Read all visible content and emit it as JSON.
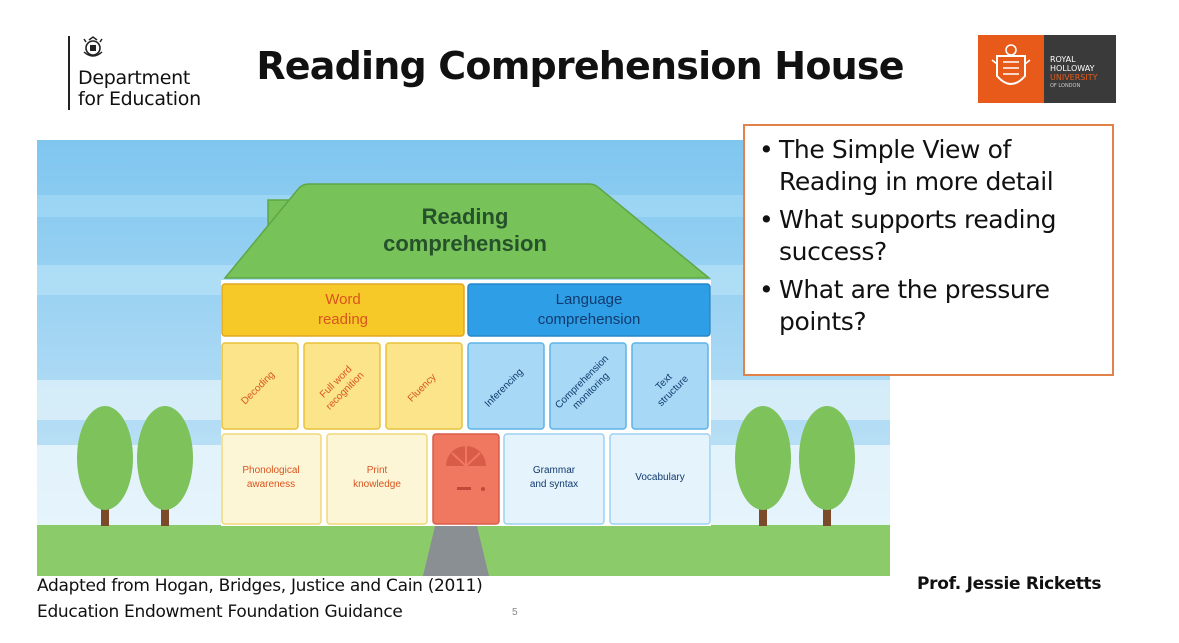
{
  "header": {
    "logo_left_line1": "Department",
    "logo_left_line2": "for Education",
    "title": "Reading Comprehension House",
    "logo_right_line1": "ROYAL",
    "logo_right_line2": "HOLLOWAY",
    "logo_right_line3": "UNIVERSITY",
    "logo_right_line4": "OF LONDON"
  },
  "house": {
    "roof_line1": "Reading",
    "roof_line2": "comprehension",
    "word_reading_line1": "Word",
    "word_reading_line2": "reading",
    "language_line1": "Language",
    "language_line2": "comprehension",
    "word_cells": [
      {
        "line1": "Decoding",
        "line2": ""
      },
      {
        "line1": "Full word",
        "line2": "recognition"
      },
      {
        "line1": "Fluency",
        "line2": ""
      }
    ],
    "language_cells": [
      {
        "line1": "Inferencing",
        "line2": ""
      },
      {
        "line1": "Comprehension",
        "line2": "monitoring"
      },
      {
        "line1": "Text",
        "line2": "structure"
      }
    ],
    "foundation_left": [
      {
        "line1": "Phonological",
        "line2": "awareness"
      },
      {
        "line1": "Print",
        "line2": "knowledge"
      }
    ],
    "foundation_right": [
      {
        "line1": "Grammar",
        "line2": "and syntax"
      },
      {
        "line1": "Vocabulary",
        "line2": ""
      }
    ]
  },
  "bullets": [
    "The Simple View of Reading in more detail",
    "What supports reading success?",
    "What are the pressure points?"
  ],
  "footer": {
    "citation_line1": "Adapted from Hogan, Bridges, Justice and Cain (2011)",
    "citation_line2": "Education Endowment Foundation Guidance",
    "slide_number": "5",
    "author": "Prof. Jessie Ricketts"
  },
  "colors": {
    "roof": "#78c25a",
    "word_reading": "#f7c928",
    "language": "#2e9fe6",
    "door": "#f07860",
    "accent_border": "#e0824a"
  }
}
